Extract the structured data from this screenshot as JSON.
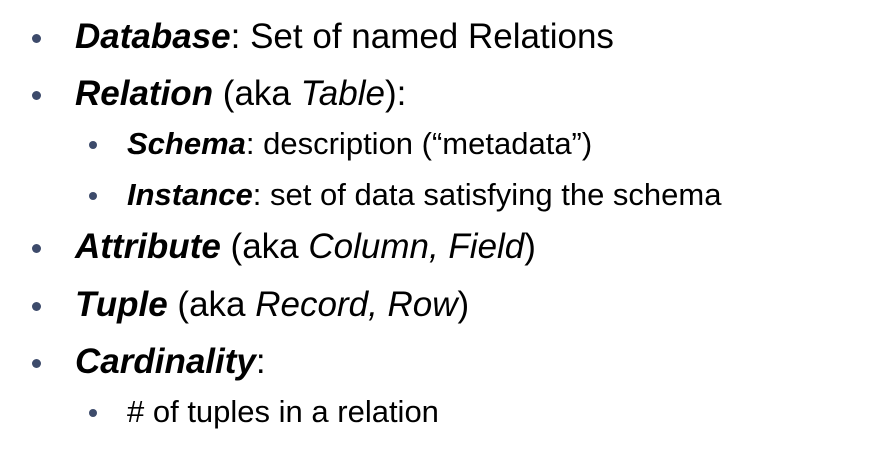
{
  "bullets": [
    {
      "term": "Database",
      "text": ": Set of named Relations"
    },
    {
      "term": "Relation",
      "pre": " (aka ",
      "italic": "Table",
      "post": "):",
      "children": [
        {
          "term": "Schema",
          "text": ": description (“metadata”)"
        },
        {
          "term": "Instance",
          "text": ": set of data satisfying the schema"
        }
      ]
    },
    {
      "term": "Attribute",
      "pre": " (aka ",
      "italic": "Column, Field",
      "post": ")"
    },
    {
      "term": "Tuple",
      "pre": " (aka ",
      "italic": "Record, Row",
      "post": ")"
    },
    {
      "term": "Cardinality",
      "text": ":",
      "children": [
        {
          "text": "# of tuples in a relation"
        }
      ]
    }
  ]
}
